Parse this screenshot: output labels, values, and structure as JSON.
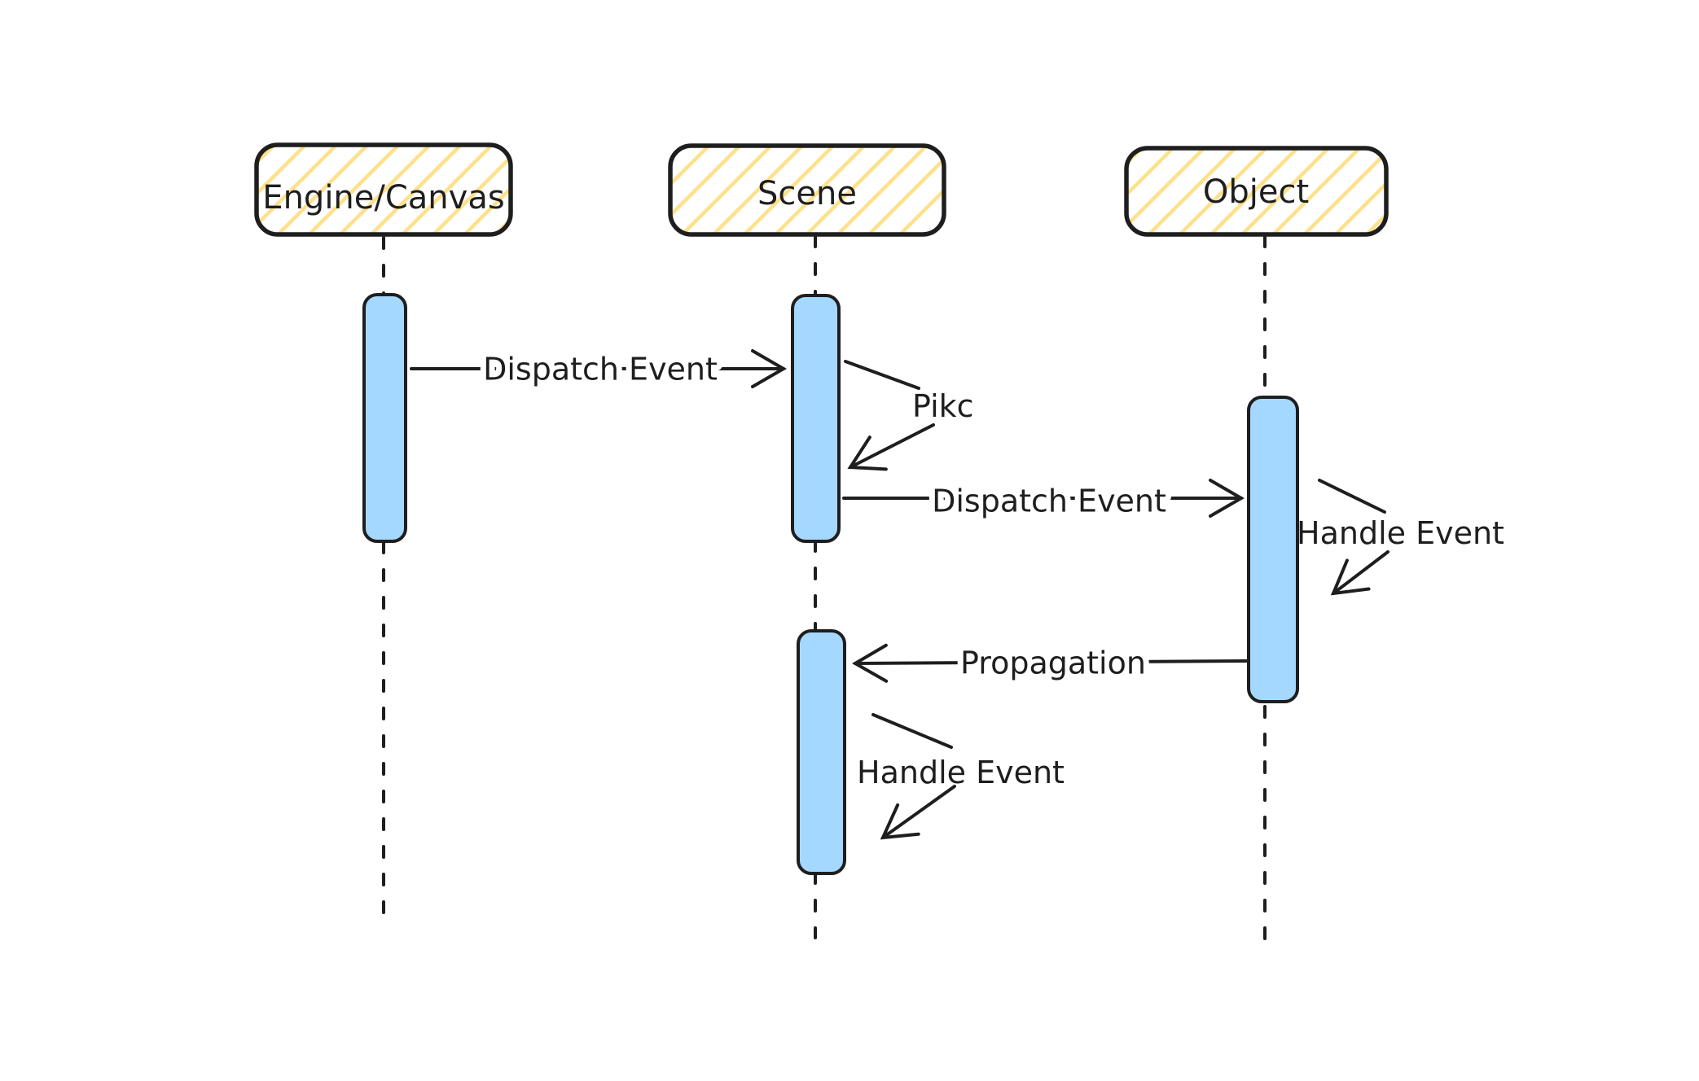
{
  "colors": {
    "stroke": "#1e1e1e",
    "text": "#1e1e1e",
    "activation_fill": "#a5d8ff",
    "actor_hatch": "#ffe08a"
  },
  "actors": [
    {
      "id": "engine-canvas",
      "label": "Engine/Canvas"
    },
    {
      "id": "scene",
      "label": "Scene"
    },
    {
      "id": "object",
      "label": "Object"
    }
  ],
  "messages": [
    {
      "id": "dispatch-event-1",
      "label": "Dispatch Event",
      "from": "engine-canvas",
      "to": "scene",
      "kind": "message-arrow"
    },
    {
      "id": "pick",
      "label": "Pikc",
      "from": "scene",
      "to": "scene",
      "kind": "self-action"
    },
    {
      "id": "dispatch-event-2",
      "label": "Dispatch Event",
      "from": "scene",
      "to": "object",
      "kind": "message-arrow"
    },
    {
      "id": "handle-event-object",
      "label": "Handle Event",
      "from": "object",
      "to": "object",
      "kind": "self-action"
    },
    {
      "id": "propagation",
      "label": "Propagation",
      "from": "object",
      "to": "scene",
      "kind": "message-arrow"
    },
    {
      "id": "handle-event-scene",
      "label": "Handle Event",
      "from": "scene",
      "to": "scene",
      "kind": "self-action"
    }
  ]
}
